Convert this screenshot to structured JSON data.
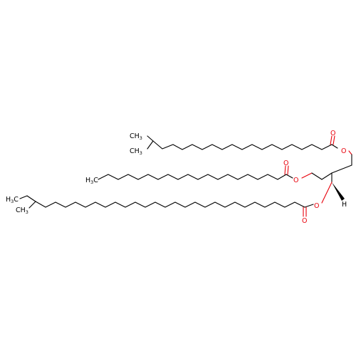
{
  "molecule": {
    "labels": {
      "ester_o_chain1": "O",
      "carbonyl_o_chain1": "O",
      "ester_o_chain2": "O",
      "carbonyl_o_chain2": "O",
      "ester_o_chain3": "O",
      "carbonyl_o_chain3": "O",
      "methyl_top_a": "CH",
      "methyl_top_a_sub": "3",
      "methyl_top_b": "CH",
      "methyl_top_b_sub": "3",
      "methyl_mid": "H",
      "methyl_mid_c": "C",
      "methyl_mid_sub": "3",
      "methyl_bot_a": "H",
      "methyl_bot_a_c": "C",
      "methyl_bot_a_sub": "3",
      "methyl_bot_b": "CH",
      "methyl_bot_b_sub": "3",
      "stereo_h": "H"
    },
    "colors": {
      "bond": "#000000",
      "oxygen": "#e8000b"
    }
  }
}
